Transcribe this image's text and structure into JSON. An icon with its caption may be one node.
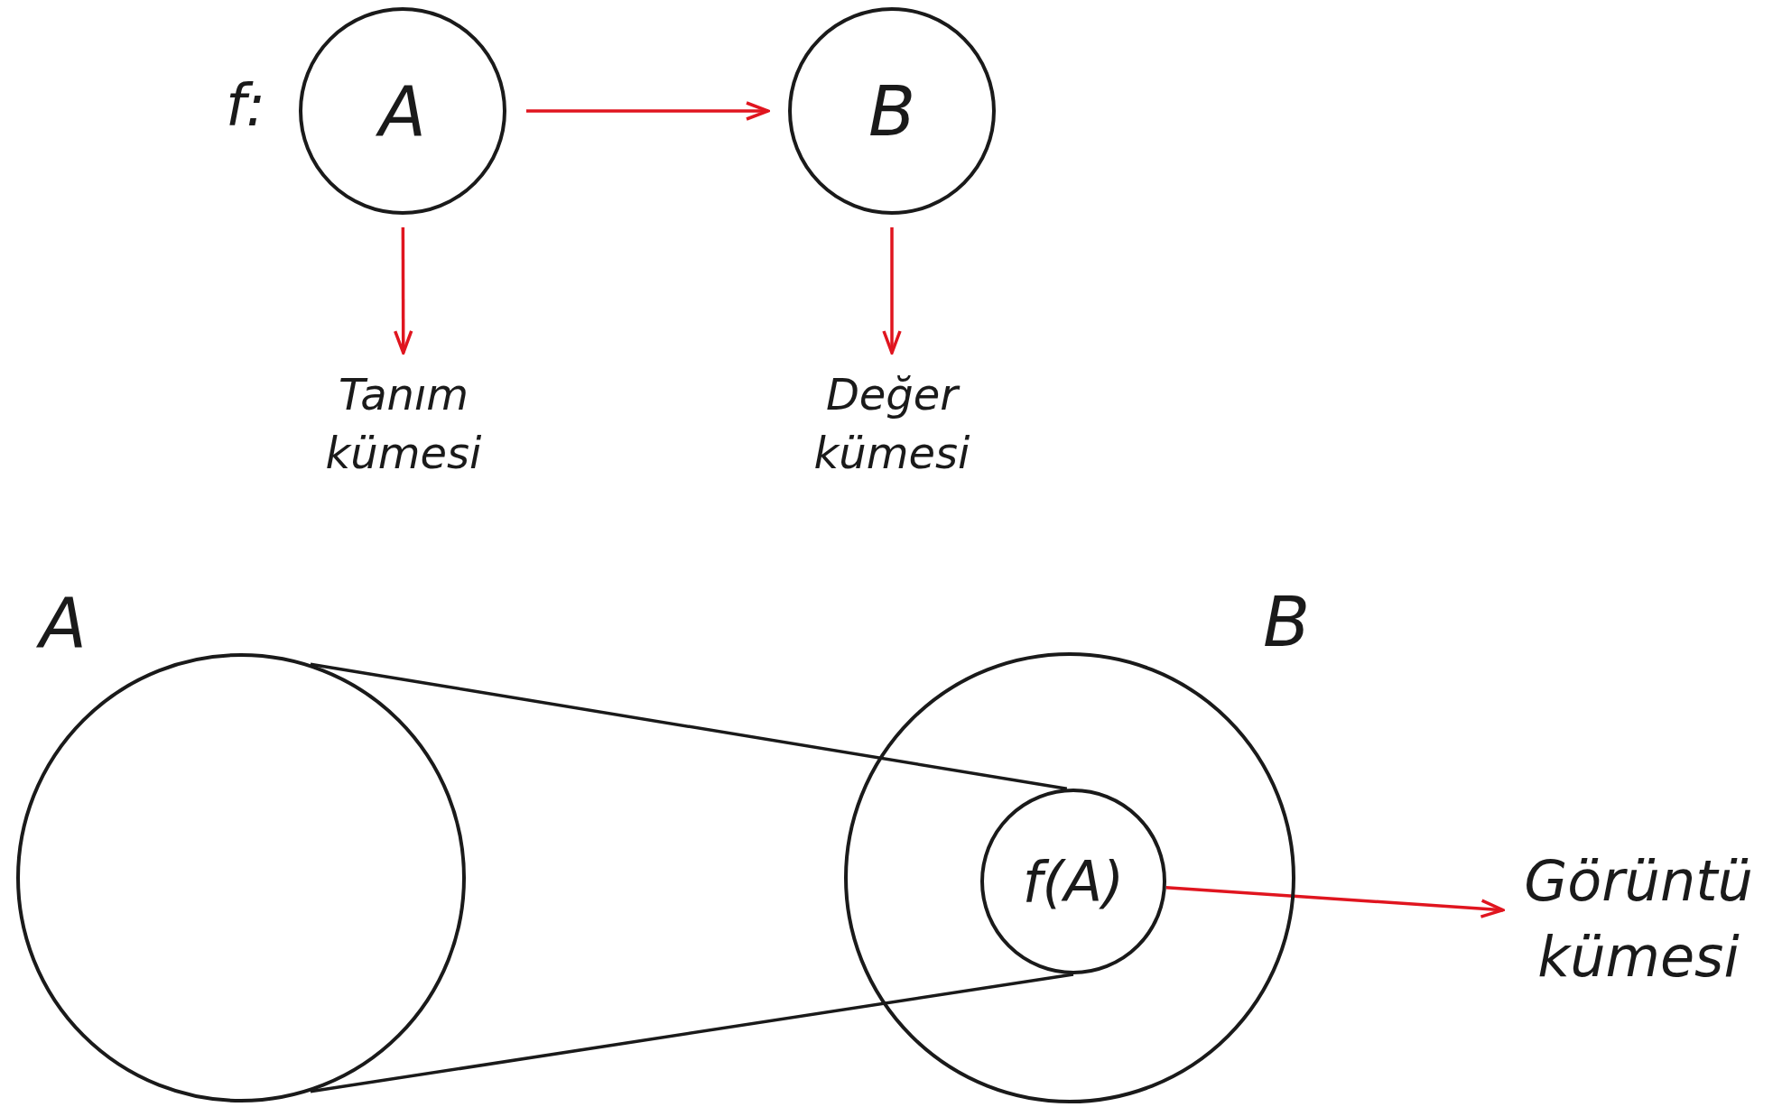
{
  "diagram": {
    "nodes": [
      {
        "text": [
          "A"
        ],
        "beside": [
          "f:"
        ]
      },
      {
        "text": [
          "B"
        ]
      },
      {
        "text": [
          "Tanım kümesi"
        ]
      },
      {
        "text": [
          "Değer kümesi"
        ]
      },
      {
        "text": [
          "A"
        ]
      },
      {
        "text": [
          "B"
        ]
      },
      {
        "text": [
          "f(A)"
        ],
        "in": 5
      },
      {
        "text": [
          "Görüntü kümesi"
        ]
      }
    ],
    "edges": [
      {
        "from": 0,
        "to": 1,
        "arrow": "to"
      },
      {
        "from": 0,
        "to": 2,
        "arrow": "to"
      },
      {
        "from": 1,
        "to": 3,
        "arrow": "to"
      },
      {
        "from": 4,
        "to": 6,
        "arrow": "none",
        "color": "#1a1a1a"
      },
      {
        "from": 4,
        "to": 6,
        "arrow": "none",
        "color": "#1a1a1a"
      },
      {
        "from": 6,
        "to": 7,
        "arrow": "to"
      }
    ]
  }
}
